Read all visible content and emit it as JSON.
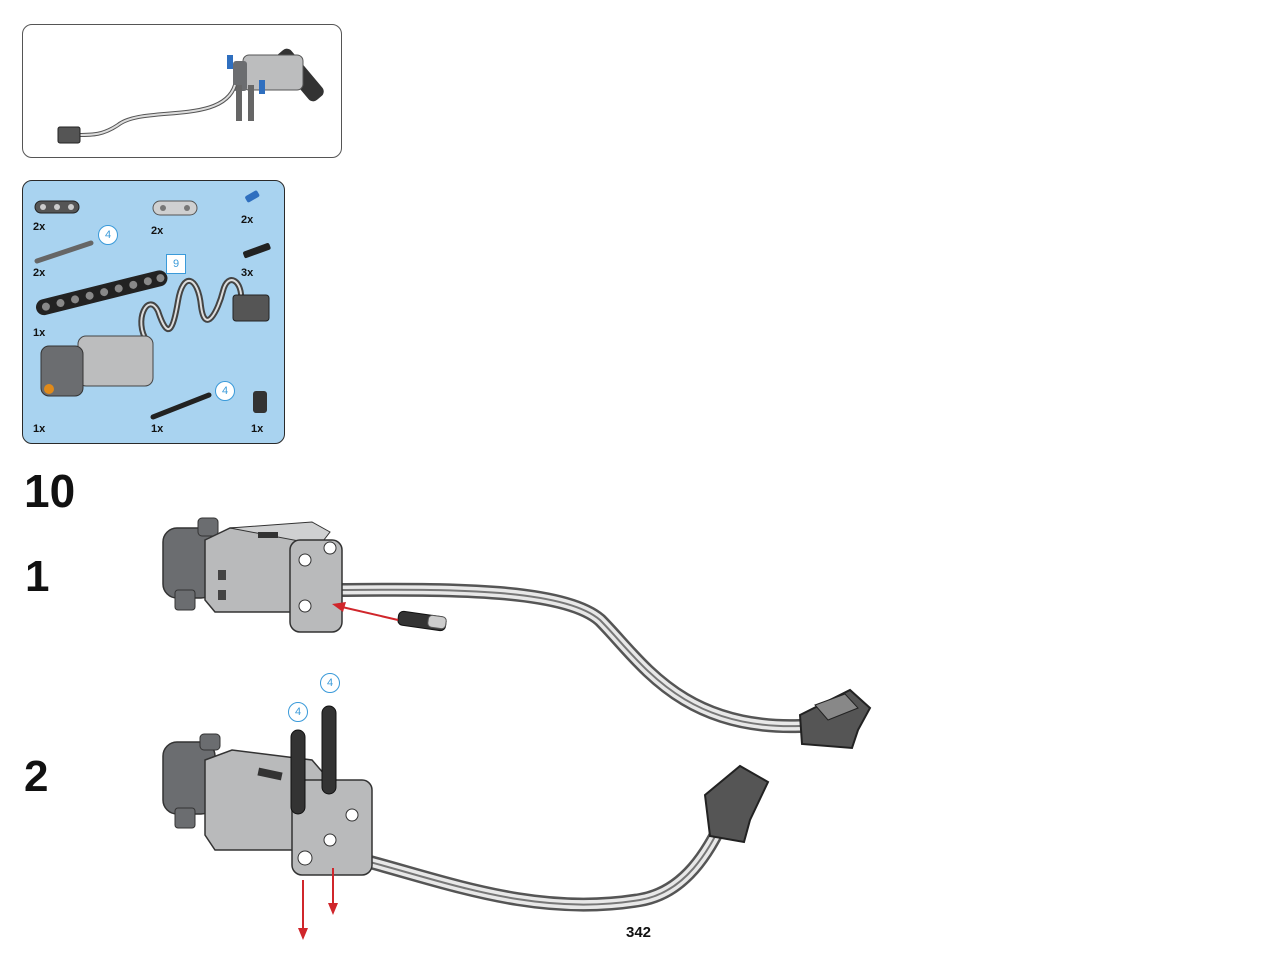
{
  "preview": {},
  "parts_list": {
    "items": [
      {
        "name": "thick-link-2x",
        "qty": "2x"
      },
      {
        "name": "cross-block-2x",
        "qty": "2x"
      },
      {
        "name": "blue-pin-2x",
        "qty": "2x"
      },
      {
        "name": "axle-4-2x",
        "qty": "2x",
        "length": "4"
      },
      {
        "name": "black-pin-3x",
        "qty": "3x"
      },
      {
        "name": "beam-9-1x",
        "qty": "1x",
        "length": "9"
      },
      {
        "name": "motor-1x",
        "qty": "1x"
      },
      {
        "name": "axle-4-1x",
        "qty": "1x",
        "length": "4"
      },
      {
        "name": "bush-1x",
        "qty": "1x"
      }
    ]
  },
  "step": {
    "number": "10",
    "substeps": [
      {
        "number": "1"
      },
      {
        "number": "2",
        "axle_lengths": [
          "4",
          "4"
        ]
      }
    ]
  },
  "page": {
    "number": "342"
  },
  "colors": {
    "parts_bg": "#a9d3f0",
    "callout": "#3a9ad9",
    "arrow": "#d0262b",
    "motor_light": "#b9babb",
    "motor_dark": "#6b6d70"
  }
}
